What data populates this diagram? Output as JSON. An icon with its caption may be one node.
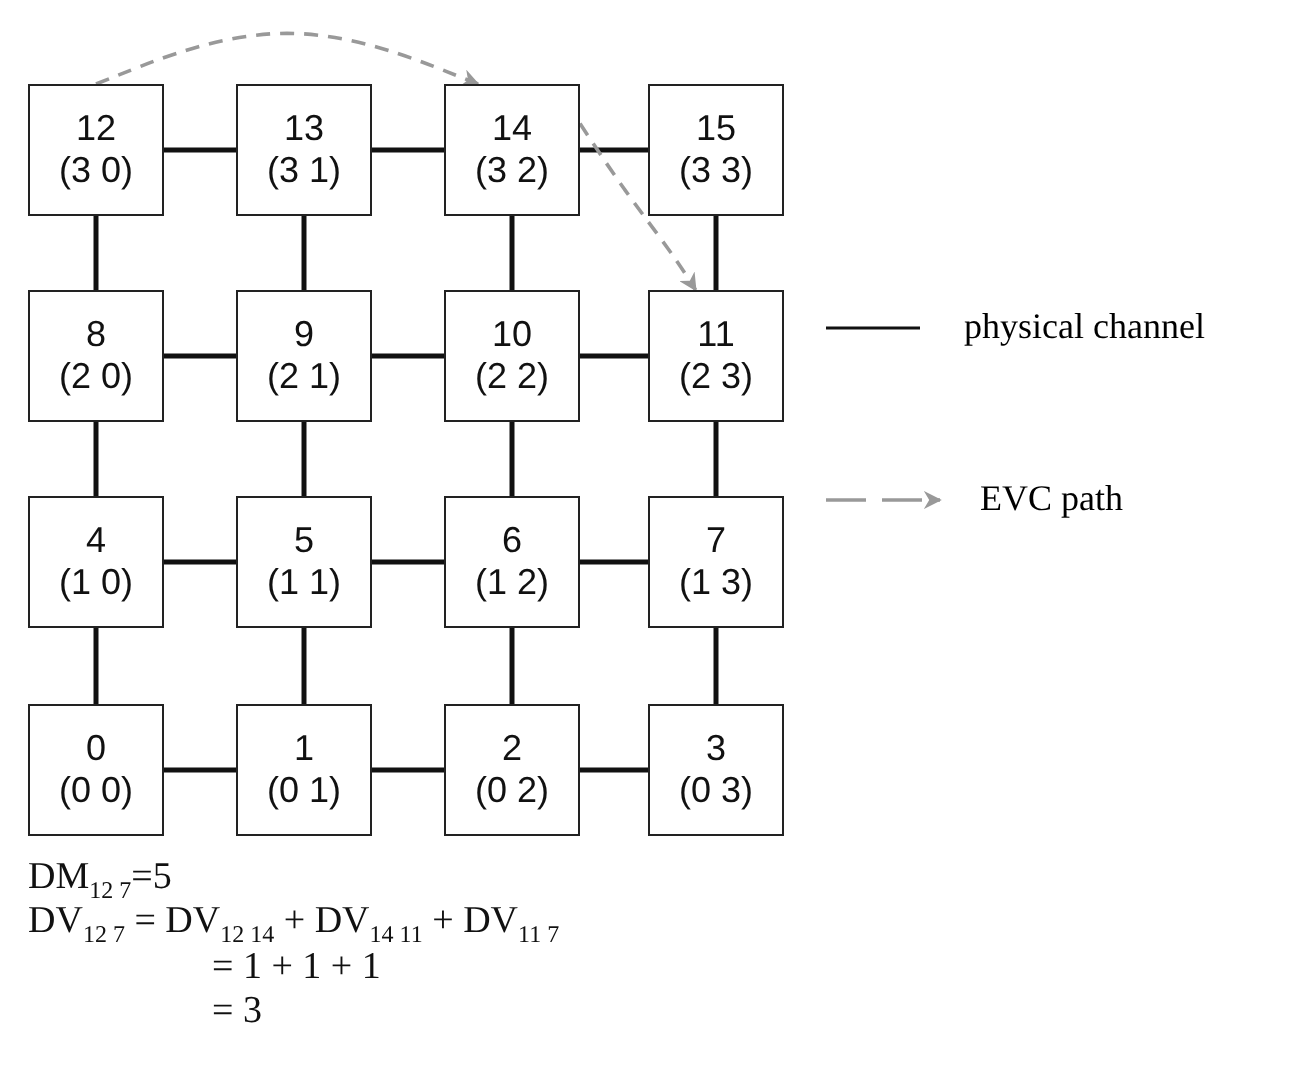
{
  "diagram": {
    "nodes": [
      {
        "text": [
          "12",
          "(3 0)"
        ]
      },
      {
        "text": [
          "13",
          "(3 1)"
        ]
      },
      {
        "text": [
          "14",
          "(3 2)"
        ]
      },
      {
        "text": [
          "15",
          "(3 3)"
        ]
      },
      {
        "text": [
          "8",
          "(2 0)"
        ]
      },
      {
        "text": [
          "9",
          "(2 1)"
        ]
      },
      {
        "text": [
          "10",
          "(2 2)"
        ]
      },
      {
        "text": [
          "11",
          "(2 3)"
        ]
      },
      {
        "text": [
          "4",
          "(1 0)"
        ]
      },
      {
        "text": [
          "5",
          "(1 1)"
        ]
      },
      {
        "text": [
          "6",
          "(1 2)"
        ]
      },
      {
        "text": [
          "7",
          "(1 3)"
        ]
      },
      {
        "text": [
          "0",
          "(0 0)"
        ]
      },
      {
        "text": [
          "1",
          "(0 1)"
        ]
      },
      {
        "text": [
          "2",
          "(0 2)"
        ]
      },
      {
        "text": [
          "3",
          "(0 3)"
        ]
      }
    ],
    "edges": [
      {
        "from": 0,
        "to": 1,
        "arrow": "none"
      },
      {
        "from": 1,
        "to": 2,
        "arrow": "none"
      },
      {
        "from": 2,
        "to": 3,
        "arrow": "none"
      },
      {
        "from": 4,
        "to": 5,
        "arrow": "none"
      },
      {
        "from": 5,
        "to": 6,
        "arrow": "none"
      },
      {
        "from": 6,
        "to": 7,
        "arrow": "none"
      },
      {
        "from": 8,
        "to": 9,
        "arrow": "none"
      },
      {
        "from": 9,
        "to": 10,
        "arrow": "none"
      },
      {
        "from": 10,
        "to": 11,
        "arrow": "none"
      },
      {
        "from": 12,
        "to": 13,
        "arrow": "none"
      },
      {
        "from": 13,
        "to": 14,
        "arrow": "none"
      },
      {
        "from": 14,
        "to": 15,
        "arrow": "none"
      },
      {
        "from": 0,
        "to": 4,
        "arrow": "none"
      },
      {
        "from": 1,
        "to": 5,
        "arrow": "none"
      },
      {
        "from": 2,
        "to": 6,
        "arrow": "none"
      },
      {
        "from": 3,
        "to": 7,
        "arrow": "none"
      },
      {
        "from": 4,
        "to": 8,
        "arrow": "none"
      },
      {
        "from": 5,
        "to": 9,
        "arrow": "none"
      },
      {
        "from": 6,
        "to": 10,
        "arrow": "none"
      },
      {
        "from": 7,
        "to": 11,
        "arrow": "none"
      },
      {
        "from": 8,
        "to": 12,
        "arrow": "none"
      },
      {
        "from": 9,
        "to": 13,
        "arrow": "none"
      },
      {
        "from": 10,
        "to": 14,
        "arrow": "none"
      },
      {
        "from": 11,
        "to": 15,
        "arrow": "none"
      },
      {
        "from": 0,
        "to": 2,
        "arrow": "to",
        "style": "dashed",
        "color": "#999999"
      },
      {
        "from": 2,
        "to": 7,
        "arrow": "to",
        "style": "dashed",
        "color": "#999999"
      }
    ],
    "labels": [
      "DM$_{12 7}$=5",
      "DV$_{12 7}$ = DV$_{12 14}$ + DV$_{14 11}$ + DV$_{11 7}$",
      "= 1 + 1 + 1",
      "= 3"
    ],
    "legend": [
      {
        "text": "physical channel"
      },
      {
        "text": "EVC path"
      }
    ]
  }
}
